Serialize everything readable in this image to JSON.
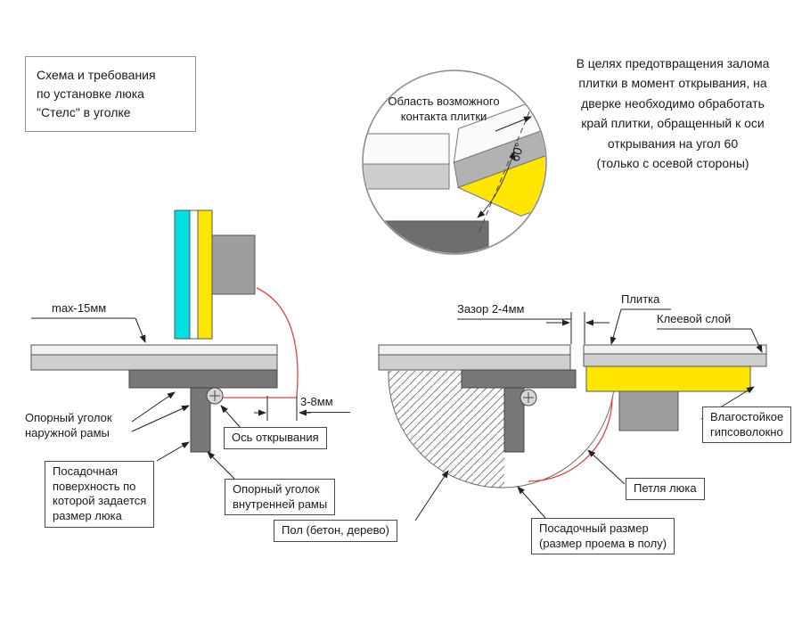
{
  "colors": {
    "cyan": "#00dfe4",
    "yellow": "#ffe600",
    "light_gray": "#cfcfcf",
    "lighter_gray": "#f2f2f2",
    "mid_gray": "#9e9e9e",
    "dark_gray": "#787878",
    "red": "#e04343",
    "line": "#222222"
  },
  "header": {
    "title_box": "Схема и требования\nпо установке люка\n\"Стелс\" в уголке",
    "note": "В целях предотвращения залома\nплитки в момент открывания, на\nдверке необходимо обработать\nкрай плитки, обращенный к оси\nоткрывания на угол 60\n(только с осевой стороны)"
  },
  "detail": {
    "label": "Область возможного\nконтакта плитки",
    "angle": "60°"
  },
  "left_diagram": {
    "max_gap": "max-15мм",
    "axis_gap": "3-8мм",
    "axis_label": "Ось открывания",
    "outer_angle": "Опорный уголок\nнаружной рамы",
    "seating_surface": "Посадочная\nповерхность по\nкоторой задается\nразмер люка",
    "inner_angle": "Опорный уголок\nвнутренней рамы"
  },
  "right_diagram": {
    "gap": "Зазор 2-4мм",
    "tile": "Плитка",
    "glue": "Клеевой слой",
    "gypsum": "Влагостойкое\nгипсоволокно",
    "hinge": "Петля люка",
    "floor": "Пол (бетон, дерево)",
    "seating_size": "Посадочный размер\n(размер проема в полу)"
  }
}
